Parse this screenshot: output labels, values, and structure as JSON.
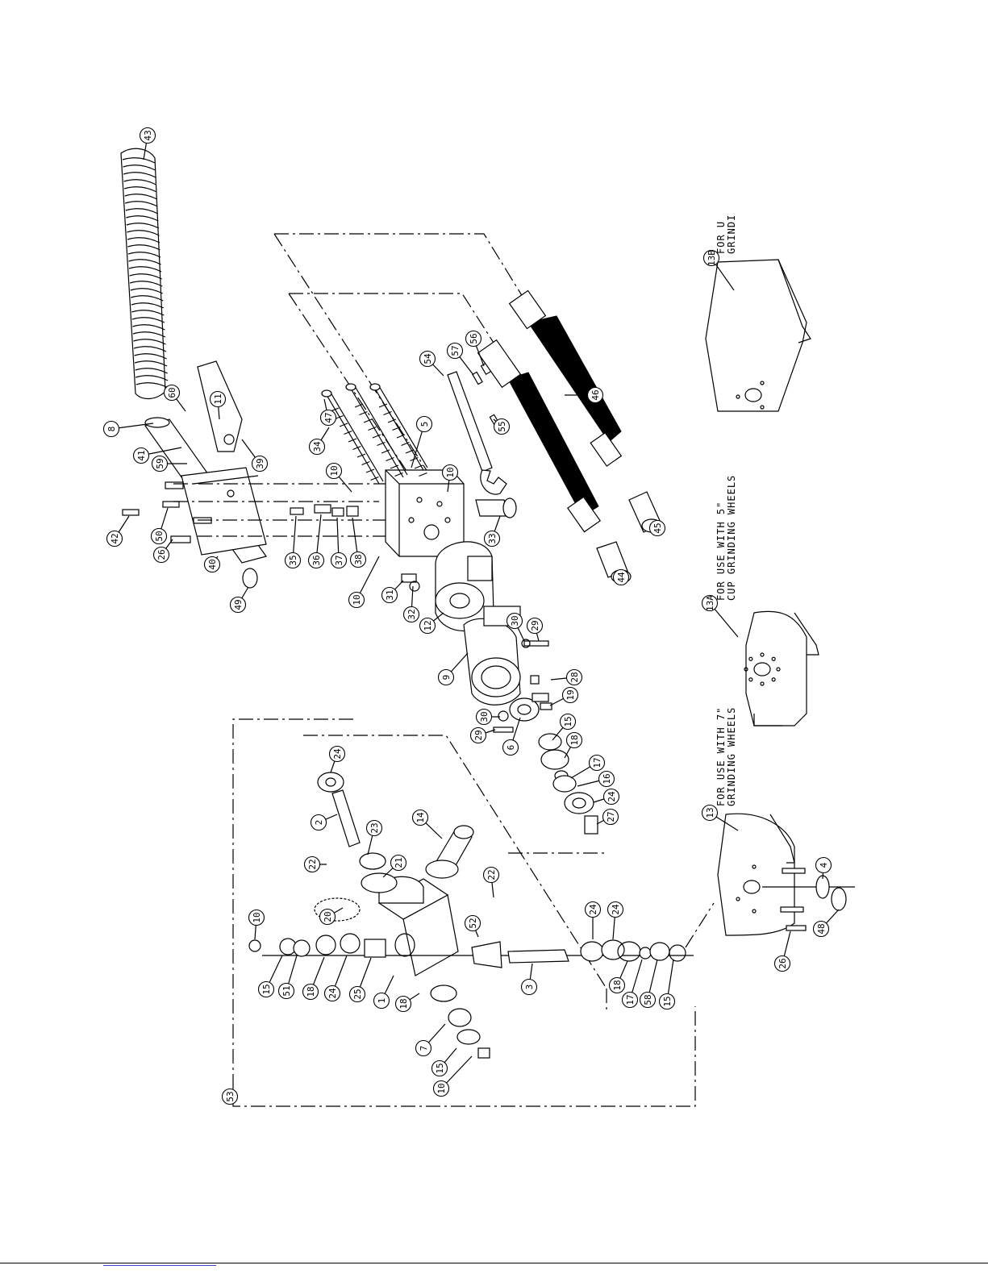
{
  "notes": [
    {
      "id": "note-13B",
      "lines": [
        "FOR U",
        "GRINDI"
      ]
    },
    {
      "id": "note-13A",
      "lines": [
        "FOR USE WITH 5\"",
        "CUP GRINDING WHEELS"
      ]
    },
    {
      "id": "note-13",
      "lines": [
        "FOR USE WITH 7\"",
        "GRINDING WHEELS"
      ]
    }
  ],
  "balloons": [
    {
      "label": "43"
    },
    {
      "label": "8"
    },
    {
      "label": "60"
    },
    {
      "label": "11"
    },
    {
      "label": "41"
    },
    {
      "label": "59"
    },
    {
      "label": "39"
    },
    {
      "label": "42"
    },
    {
      "label": "50"
    },
    {
      "label": "26"
    },
    {
      "label": "40"
    },
    {
      "label": "49"
    },
    {
      "label": "47"
    },
    {
      "label": "34"
    },
    {
      "label": "10"
    },
    {
      "label": "35"
    },
    {
      "label": "36"
    },
    {
      "label": "37"
    },
    {
      "label": "38"
    },
    {
      "label": "10"
    },
    {
      "label": "5"
    },
    {
      "label": "10"
    },
    {
      "label": "54"
    },
    {
      "label": "57"
    },
    {
      "label": "56"
    },
    {
      "label": "55"
    },
    {
      "label": "33"
    },
    {
      "label": "46"
    },
    {
      "label": "45"
    },
    {
      "label": "44"
    },
    {
      "label": "31"
    },
    {
      "label": "32"
    },
    {
      "label": "12"
    },
    {
      "label": "30"
    },
    {
      "label": "29"
    },
    {
      "label": "6"
    },
    {
      "label": "28"
    },
    {
      "label": "19"
    },
    {
      "label": "30"
    },
    {
      "label": "29"
    },
    {
      "label": "9"
    },
    {
      "label": "15"
    },
    {
      "label": "18"
    },
    {
      "label": "17"
    },
    {
      "label": "16"
    },
    {
      "label": "24"
    },
    {
      "label": "27"
    },
    {
      "label": "24"
    },
    {
      "label": "2"
    },
    {
      "label": "23"
    },
    {
      "label": "14"
    },
    {
      "label": "21"
    },
    {
      "label": "22"
    },
    {
      "label": "20"
    },
    {
      "label": "10"
    },
    {
      "label": "22"
    },
    {
      "label": "52"
    },
    {
      "label": "15"
    },
    {
      "label": "51"
    },
    {
      "label": "18"
    },
    {
      "label": "24"
    },
    {
      "label": "25"
    },
    {
      "label": "1"
    },
    {
      "label": "18"
    },
    {
      "label": "3"
    },
    {
      "label": "24"
    },
    {
      "label": "24"
    },
    {
      "label": "18"
    },
    {
      "label": "17"
    },
    {
      "label": "58"
    },
    {
      "label": "15"
    },
    {
      "label": "7"
    },
    {
      "label": "15"
    },
    {
      "label": "10"
    },
    {
      "label": "53"
    },
    {
      "label": "13B"
    },
    {
      "label": "13A"
    },
    {
      "label": "13"
    },
    {
      "label": "4"
    },
    {
      "label": "48"
    },
    {
      "label": "26"
    }
  ]
}
